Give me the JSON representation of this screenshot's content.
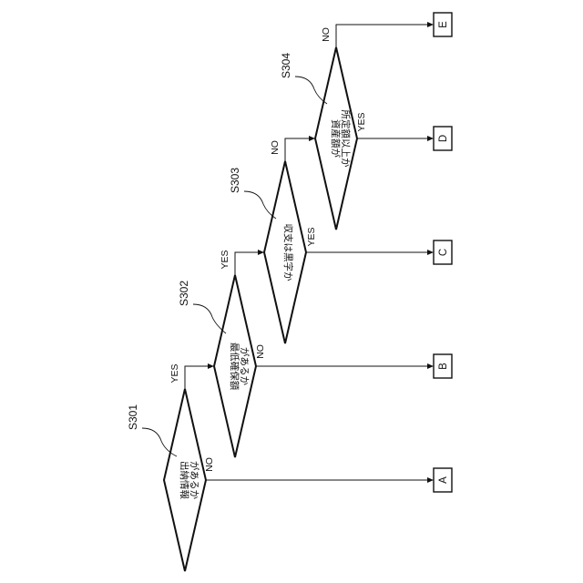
{
  "diagram": {
    "steps": [
      {
        "id": "S301",
        "label": "S301",
        "text_lines": [
          "出納情報",
          "があるか"
        ],
        "branch_up": "YES",
        "branch_right": "NO"
      },
      {
        "id": "S302",
        "label": "S302",
        "text_lines": [
          "最低確保額",
          "があるか"
        ],
        "branch_up": "YES",
        "branch_right": "NO"
      },
      {
        "id": "S303",
        "label": "S303",
        "text_lines": [
          "収支は黒字か"
        ],
        "branch_up": "NO",
        "branch_right": "YES"
      },
      {
        "id": "S304",
        "label": "S304",
        "text_lines": [
          "資産額が",
          "所定額以上か"
        ],
        "branch_up": "NO",
        "branch_right": "YES"
      }
    ],
    "terminals": [
      {
        "id": "A",
        "label": "A"
      },
      {
        "id": "B",
        "label": "B"
      },
      {
        "id": "C",
        "label": "C"
      },
      {
        "id": "D",
        "label": "D"
      },
      {
        "id": "E",
        "label": "E"
      }
    ]
  }
}
